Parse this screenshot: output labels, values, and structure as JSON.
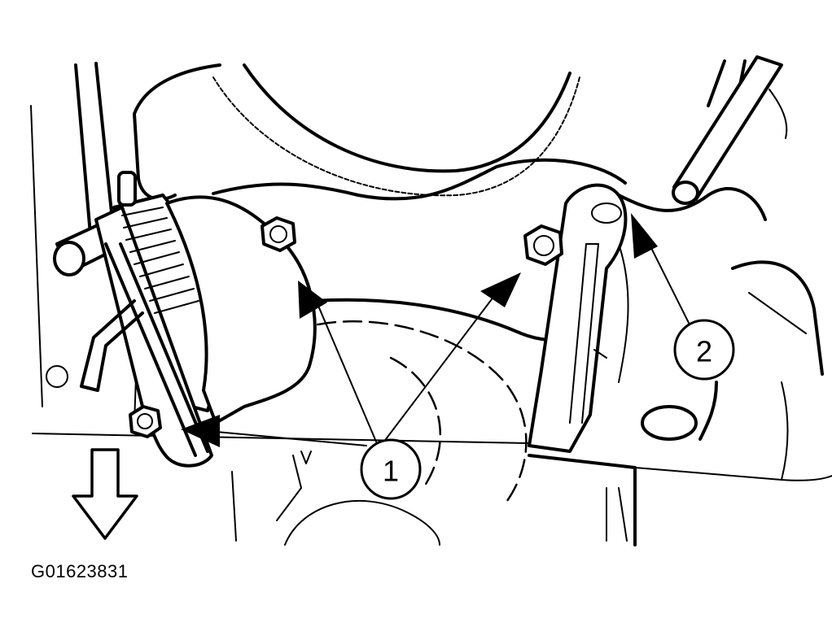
{
  "figure_id": "G01623831",
  "callouts": [
    {
      "number": "1"
    },
    {
      "number": "2"
    }
  ],
  "icons": {
    "direction_arrow": "down-arrow-icon"
  }
}
